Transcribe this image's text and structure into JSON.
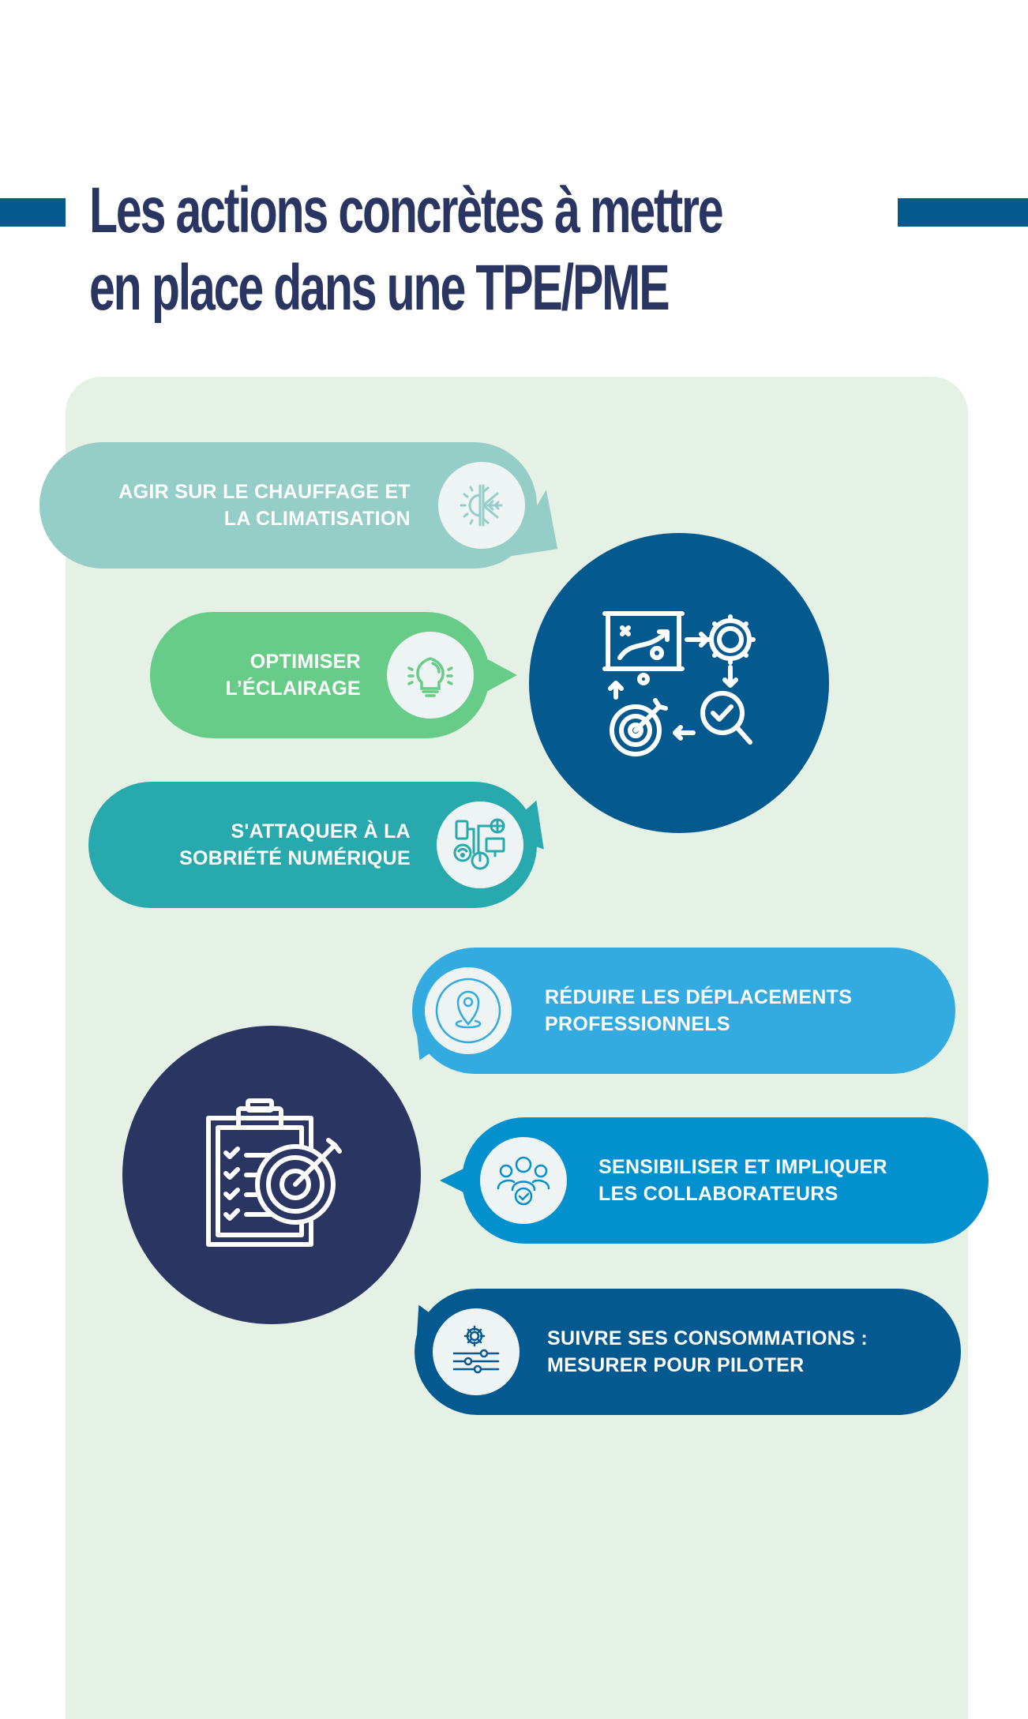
{
  "header": {
    "title_line1": "Les actions concrètes à mettre",
    "title_line2": "en place dans une TPE/PME",
    "title_color": "#2B3562",
    "bar_color": "#04598F"
  },
  "panel": {
    "background": "#E6F1E6"
  },
  "actions": [
    {
      "line1": "AGIR SUR LE CHAUFFAGE ET",
      "line2": "LA CLIMATISATION",
      "icon": "sun-snowflake-icon",
      "color": "#95CDC7"
    },
    {
      "line1": "OPTIMISER",
      "line2": "L’ÉCLAIRAGE",
      "icon": "lightbulb-icon",
      "color": "#66CC88"
    },
    {
      "line1": "S'ATTAQUER À LA",
      "line2": "SOBRIÉTÉ NUMÉRIQUE",
      "icon": "digital-devices-icon",
      "color": "#27A9AD"
    },
    {
      "line1": "RÉDUIRE LES DÉPLACEMENTS",
      "line2": "PROFESSIONNELS",
      "icon": "location-pin-icon",
      "color": "#33AAE0"
    },
    {
      "line1": "SENSIBILISER ET IMPLIQUER",
      "line2": "LES COLLABORATEURS",
      "icon": "team-check-icon",
      "color": "#0390CF"
    },
    {
      "line1": "SUIVRE SES CONSOMMATIONS :",
      "line2": "MESURER POUR PILOTER",
      "icon": "gear-sliders-icon",
      "color": "#045A90"
    }
  ],
  "hubs": [
    {
      "icon": "strategy-cycle-icon",
      "color": "#04598F"
    },
    {
      "icon": "clipboard-target-icon",
      "color": "#2B3562"
    }
  ]
}
